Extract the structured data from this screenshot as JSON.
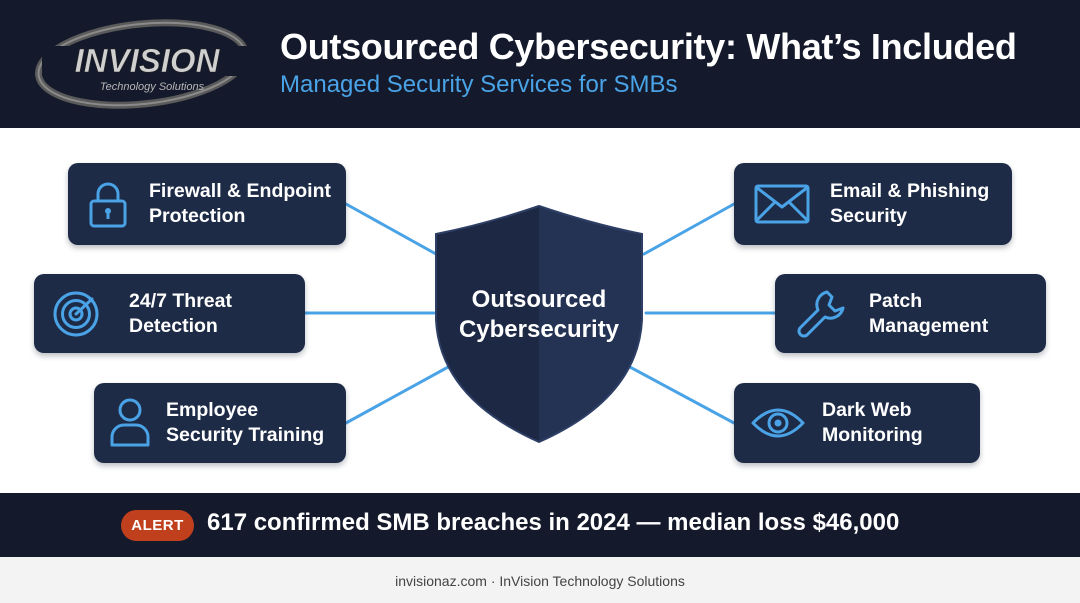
{
  "header": {
    "title": "Outsourced Cybersecurity: What’s Included",
    "subtitle": "Managed Security Services for SMBs",
    "logo": {
      "brand": "INVISION",
      "tagline": "Technology Solutions"
    }
  },
  "center": {
    "line1": "Outsourced",
    "line2": "Cybersecurity"
  },
  "services": [
    {
      "line1": "Firewall & Endpoint",
      "line2": "Protection",
      "icon": "lock-icon"
    },
    {
      "line1": "24/7 Threat",
      "line2": "Detection",
      "icon": "radar-icon"
    },
    {
      "line1": "Employee",
      "line2": "Security Training",
      "icon": "user-icon"
    },
    {
      "line1": "Email & Phishing",
      "line2": "Security",
      "icon": "envelope-icon"
    },
    {
      "line1": "Patch",
      "line2": "Management",
      "icon": "wrench-icon"
    },
    {
      "line1": "Dark Web",
      "line2": "Monitoring",
      "icon": "eye-icon"
    }
  ],
  "alert": {
    "badge": "ALERT",
    "text": "617 confirmed SMB breaches in 2024 — median loss $46,000"
  },
  "footer": {
    "text": "invisionaz.com · InVision Technology Solutions"
  },
  "colors": {
    "dark_navy": "#141a2b",
    "card": "#1e2b47",
    "accent_blue": "#4aa3e6",
    "alert_red": "#c0401e"
  }
}
